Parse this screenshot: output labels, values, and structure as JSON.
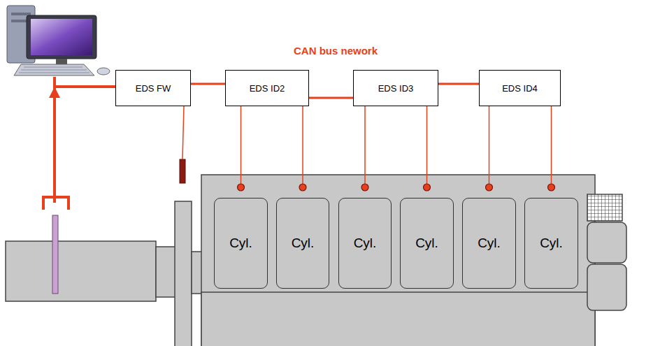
{
  "diagram": {
    "nodes": [
      {
        "text": [
          "EDS FW"
        ]
      },
      {
        "text": [
          "EDS ID2"
        ]
      },
      {
        "text": [
          "EDS ID3"
        ]
      },
      {
        "text": [
          "EDS ID4"
        ]
      },
      {
        "text": [
          "Cyl."
        ]
      },
      {
        "text": [
          "Cyl."
        ]
      },
      {
        "text": [
          "Cyl."
        ]
      },
      {
        "text": [
          "Cyl."
        ]
      },
      {
        "text": [
          "Cyl."
        ]
      },
      {
        "text": [
          "Cyl."
        ]
      }
    ],
    "edges": [
      {
        "from": 0,
        "to": 1,
        "arrow": "none"
      },
      {
        "from": 1,
        "to": 2,
        "arrow": "none"
      },
      {
        "from": 2,
        "to": 3,
        "arrow": "none"
      },
      {
        "from": 1,
        "to": 4,
        "arrow": "none"
      },
      {
        "from": 1,
        "to": 5,
        "arrow": "none"
      },
      {
        "from": 2,
        "to": 6,
        "arrow": "none"
      },
      {
        "from": 2,
        "to": 7,
        "arrow": "none"
      },
      {
        "from": 3,
        "to": 8,
        "arrow": "none"
      },
      {
        "from": 3,
        "to": 9,
        "arrow": "none"
      }
    ],
    "labels": [
      "CAN bus nework"
    ]
  }
}
